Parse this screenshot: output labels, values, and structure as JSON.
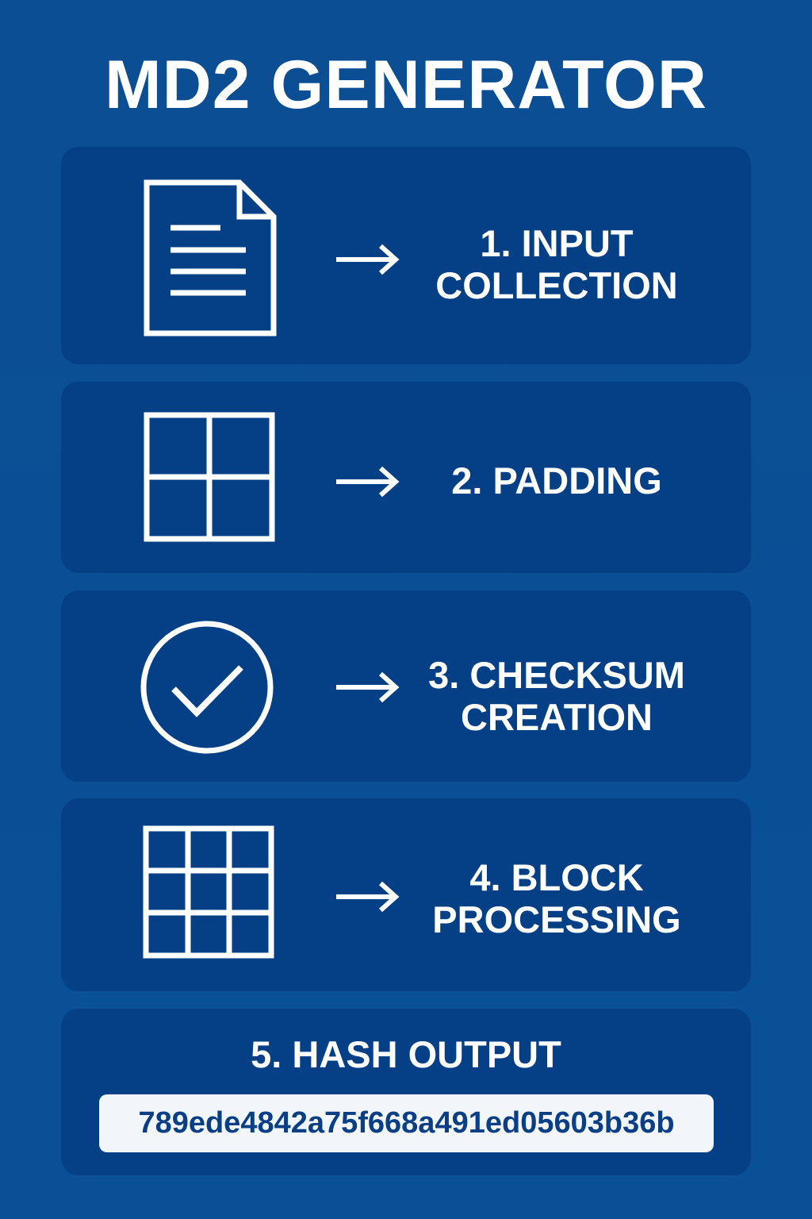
{
  "title": "MD2 GENERATOR",
  "steps": [
    {
      "icon": "document-icon",
      "label_line1": "1. INPUT",
      "label_line2": "COLLECTION"
    },
    {
      "icon": "grid-2x2-icon",
      "label_line1": "2. PADDING",
      "label_line2": ""
    },
    {
      "icon": "check-circle-icon",
      "label_line1": "3. CHECKSUM",
      "label_line2": "CREATION"
    },
    {
      "icon": "grid-3x3-icon",
      "label_line1": "4. BLOCK",
      "label_line2": "PROCESSING"
    }
  ],
  "output": {
    "title": "5. HASH OUTPUT",
    "hash": "789ede4842a75f668a491ed05603b36b"
  },
  "colors": {
    "background": "#0b4e94",
    "card": "#054086",
    "hash_box": "#f2f6fb",
    "hash_text": "#0a3f85"
  }
}
